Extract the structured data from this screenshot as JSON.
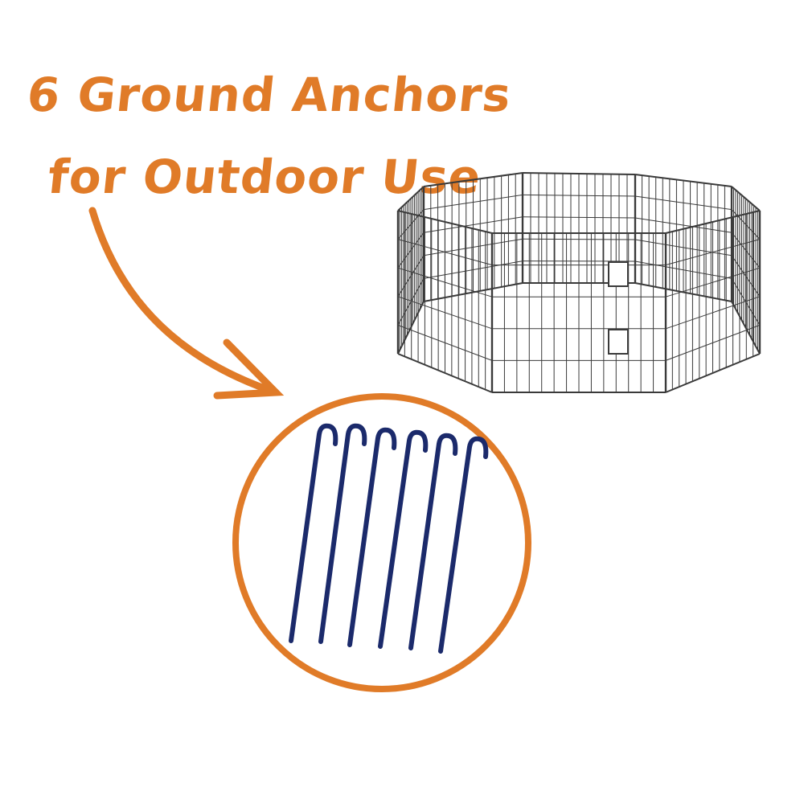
{
  "headline": {
    "line1": "6 Ground Anchors",
    "line2": "for Outdoor Use"
  },
  "colors": {
    "accent": "#E07B28",
    "stake": "#1B2A6B",
    "wire": "#3a3a3a"
  },
  "stakes_count": 6
}
